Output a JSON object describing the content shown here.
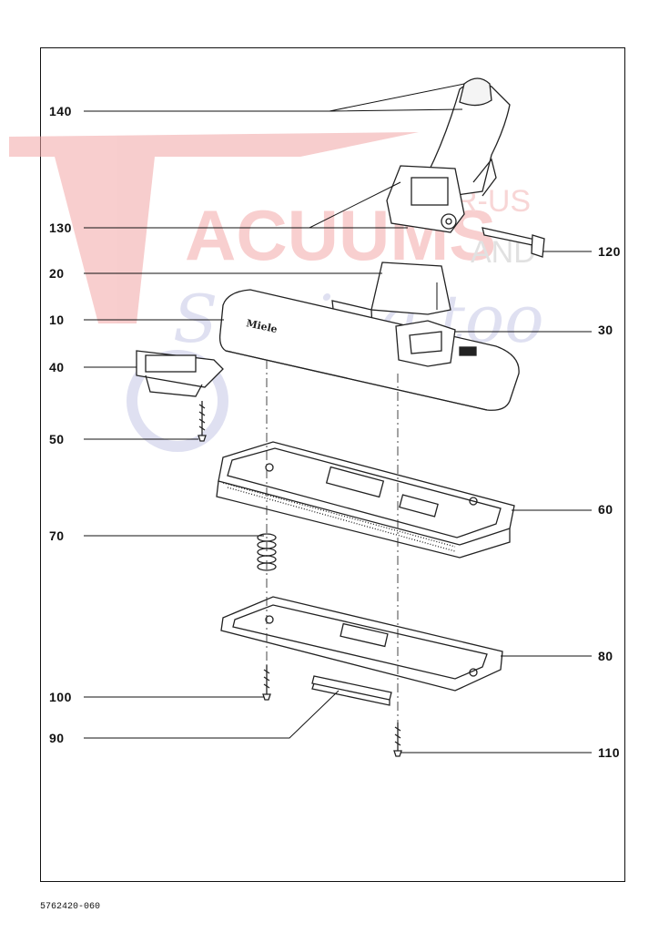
{
  "diagram": {
    "document_number": "5762420-060",
    "watermark": {
      "line1": "ACUUMS",
      "suffix_top": "R-US",
      "suffix_bottom": "AND",
      "line2": "Sewing too"
    },
    "brand_mark": "Miele",
    "callouts": [
      {
        "id": "140",
        "label": "140"
      },
      {
        "id": "130",
        "label": "130"
      },
      {
        "id": "120",
        "label": "120"
      },
      {
        "id": "20",
        "label": "20"
      },
      {
        "id": "10",
        "label": "10"
      },
      {
        "id": "30",
        "label": "30"
      },
      {
        "id": "40",
        "label": "40"
      },
      {
        "id": "50",
        "label": "50"
      },
      {
        "id": "60",
        "label": "60"
      },
      {
        "id": "70",
        "label": "70"
      },
      {
        "id": "80",
        "label": "80"
      },
      {
        "id": "100",
        "label": "100"
      },
      {
        "id": "90",
        "label": "90"
      },
      {
        "id": "110",
        "label": "110"
      }
    ]
  }
}
